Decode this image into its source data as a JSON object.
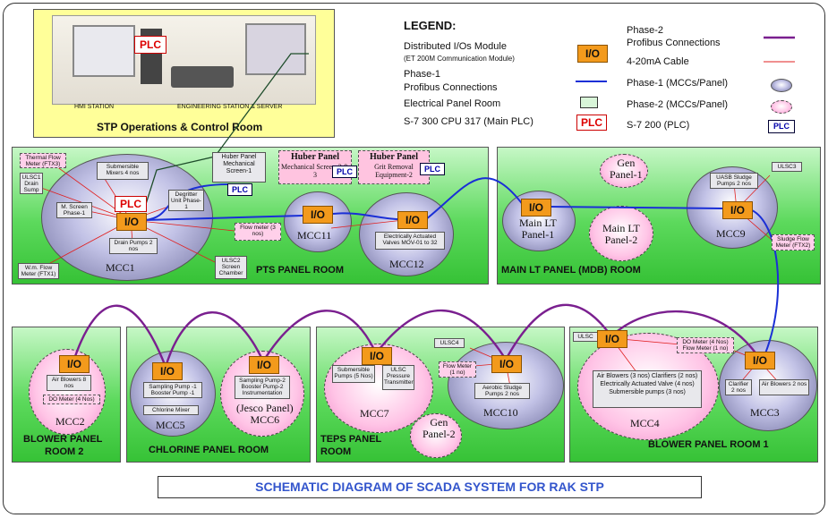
{
  "control_room": {
    "label": "STP Operations & Control Room",
    "hmi_label": "HMI STATION",
    "eng_label": "ENGINEERING STATION & SERVER",
    "plc_label": "PLC"
  },
  "legend": {
    "title": "LEGEND:",
    "io_module": "Distributed I/Os Module",
    "io_module_sub": "(ET 200M Communication Module)",
    "phase1_profibus_1": "Phase-1",
    "phase1_profibus_2": "Profibus Connections",
    "electrical_panel_room": "Electrical Panel Room",
    "main_plc": "S-7 300 CPU 317 (Main PLC)",
    "phase2_profibus_1": "Phase-2",
    "phase2_profibus_2": "Profibus Connections",
    "cable_420": "4-20mA Cable",
    "phase1_mcc": "Phase-1 (MCCs/Panel)",
    "phase2_mcc": "Phase-2 (MCCs/Panel)",
    "s7_200": "S-7 200 (PLC)",
    "io_symbol": "I/O",
    "plc_symbol": "PLC",
    "plc2_symbol": "PLC"
  },
  "colors": {
    "phase1_line": "#1a2fd6",
    "phase2_line": "#7a1f8f",
    "cable_line": "#e02020",
    "io_fill": "#f39a1c",
    "room_green": "#4fd14f"
  },
  "io": "I/O",
  "plc": "PLC",
  "rooms": {
    "pts": "PTS PANEL ROOM",
    "main_lt": "MAIN LT PANEL (MDB) ROOM",
    "blower2_1": "BLOWER PANEL",
    "blower2_2": "ROOM 2",
    "chlorine": "CHLORINE PANEL ROOM",
    "teps_1": "TEPS PANEL",
    "teps_2": "ROOM",
    "blower1": "BLOWER PANEL ROOM 1"
  },
  "mcc": {
    "mcc1": "MCC1",
    "mcc11": "MCC11",
    "mcc12": "MCC12",
    "main_lt1_1": "Main LT",
    "main_lt1_2": "Panel-1",
    "main_lt2_1": "Main LT",
    "main_lt2_2": "Panel-2",
    "gen1_1": "Gen",
    "gen1_2": "Panel-1",
    "mcc9": "MCC9",
    "mcc2": "MCC2",
    "mcc5": "MCC5",
    "mcc6_1": "(Jesco Panel)",
    "mcc6_2": "MCC6",
    "mcc7": "MCC7",
    "mcc10": "MCC10",
    "gen2_1": "Gen",
    "gen2_2": "Panel-2",
    "mcc4": "MCC4",
    "mcc3": "MCC3"
  },
  "devices": {
    "thermal_flow": "Thermal Flow Meter (FTX3)",
    "ulsc1": "ULSC1 Drain Sump",
    "submersible_mixers": "Submersible Mixers 4 nos",
    "m_screen": "M. Screen Phase-1",
    "drain_pumps": "Drain Pumps 2 nos",
    "wm_flow": "W.m. Flow Meter (FTX1)",
    "ulsc2": "ULSC2 Screen Chamber",
    "degritter": "Degritter Unit Phase-1",
    "flow_meter_3": "Flow meter (3 nos)",
    "huber1": "Huber Panel Mechanical Screen-1",
    "huber2_title": "Huber Panel",
    "huber2_sub": "Mechanical Screen-2 & 3",
    "huber3_title": "Huber Panel",
    "huber3_sub": "Grit Removal Equipment-2",
    "valves_mov": "Electrically Actuated Valves MOV-01 to 32",
    "uasb_pumps": "UASB Sludge Pumps 2 nos",
    "ulsc3": "ULSC3",
    "sludge_flow": "Sludge Flow Meter (FTX2)",
    "air_blowers_8": "Air Blowers 8 nos",
    "do_meter_4": "DO Meter (4 Nos)",
    "sampling1": "Sampling Pump -1 Booster Pump -1",
    "chlorine_mixer": "Chlorine Mixer",
    "sampling2": "Sampling Pump-2 Booster Pump-2 Instrumentation",
    "sub_pumps_5": "Submersible Pumps (5 Nos)",
    "ulsc_pressure": "ULSC Pressure Transmitter",
    "ulsc4": "ULSC4",
    "flow_meter_1": "Flow Meter (1 no)",
    "aerobic_sludge": "Aerobic Sludge Pumps 2 nos",
    "ulsc_mcc4": "ULSC",
    "mcc4_list": "Air Blowers (3 nos) Clarifiers (2 nos) Electrically Actuated Valve (4 nos) Submersible pumps (3 nos)",
    "do_flow": "DO Meter (4 Nos) Flow Meter (1 no)",
    "clarifier": "Clarifier 2 nos",
    "air_blowers_2": "Air Blowers 2 nos"
  },
  "title": "SCHEMATIC DIAGRAM OF SCADA SYSTEM FOR RAK STP"
}
